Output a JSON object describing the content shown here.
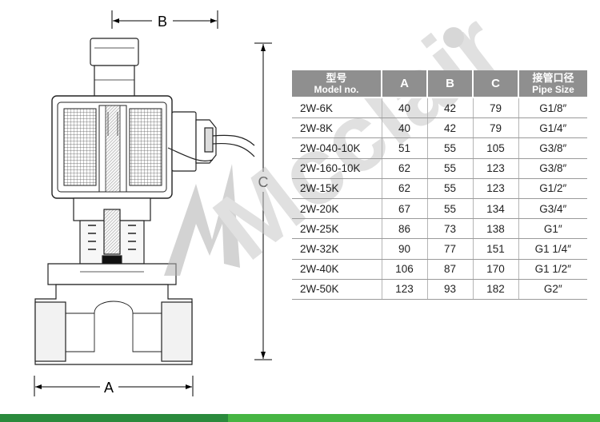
{
  "dimensions": {
    "a": "A",
    "b": "B",
    "c": "C"
  },
  "watermark": "Mcclair",
  "table": {
    "headers": [
      {
        "line1": "型号",
        "line2": "Model no."
      },
      {
        "line1": "A",
        "line2": ""
      },
      {
        "line1": "B",
        "line2": ""
      },
      {
        "line1": "C",
        "line2": ""
      },
      {
        "line1": "接管口径",
        "line2": "Pipe Size"
      }
    ],
    "rows": [
      [
        "2W-6K",
        "40",
        "42",
        "79",
        "G1/8″"
      ],
      [
        "2W-8K",
        "40",
        "42",
        "79",
        "G1/4″"
      ],
      [
        "2W-040-10K",
        "51",
        "55",
        "105",
        "G3/8″"
      ],
      [
        "2W-160-10K",
        "62",
        "55",
        "123",
        "G3/8″"
      ],
      [
        "2W-15K",
        "62",
        "55",
        "123",
        "G1/2″"
      ],
      [
        "2W-20K",
        "67",
        "55",
        "134",
        "G3/4″"
      ],
      [
        "2W-25K",
        "86",
        "73",
        "138",
        "G1″"
      ],
      [
        "2W-32K",
        "90",
        "77",
        "151",
        "G1 1/4″"
      ],
      [
        "2W-40K",
        "106",
        "87",
        "170",
        "G1 1/2″"
      ],
      [
        "2W-50K",
        "123",
        "93",
        "182",
        "G2″"
      ]
    ]
  },
  "colors": {
    "header_bg": "#8f8f8f",
    "bar_dark": "#2a8a3c",
    "bar_light": "#46b543",
    "watermark": "#c8c8c8"
  }
}
